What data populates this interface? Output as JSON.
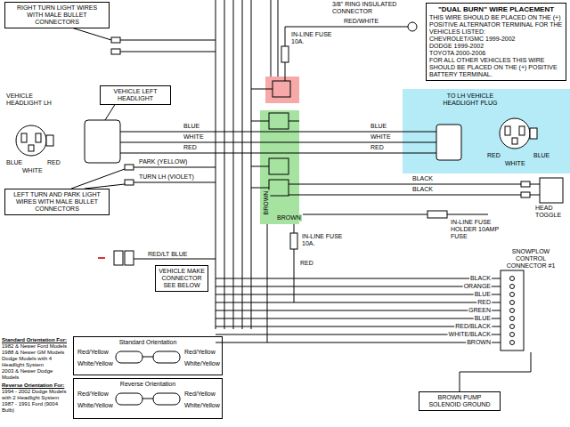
{
  "diagram": {
    "nodes": [
      {
        "text": [
          "RIGHT TURN LIGHT WIRES WITH MALE BULLET CONNECTORS"
        ]
      },
      {
        "text": [
          "\"DUAL BURN\" WIRE PLACEMENT",
          "THIS WIRE SHOULD BE PLACED ON THE (+) POSITIVE ALTERNATOR TERMINAL FOR THE VEHICLES LISTED:",
          "CHEVROLET/GMC 1999-2002",
          "DODGE 1999-2002",
          "TOYOTA 2000-2006",
          "FOR ALL OTHER VEHICLES THIS WIRE SHOULD BE PLACED ON THE (+) POSITIVE BATTERY TERMINAL."
        ]
      },
      {
        "text": [
          "VEHICLE LEFT HEADLIGHT"
        ]
      },
      {
        "text": [
          "TO LH VEHICLE HEADLIGHT PLUG"
        ]
      },
      {
        "text": [
          "LEFT TURN AND PARK LIGHT WIRES WITH MALE BULLET CONNECTORS"
        ]
      },
      {
        "text": [
          "VEHICLE MAKE CONNECTOR SEE BELOW"
        ]
      },
      {
        "text": [
          "SNOWPLOW CONTROL CONNECTOR #1"
        ]
      },
      {
        "text": [
          "Standard Orientation"
        ]
      },
      {
        "text": [
          "Reverse Orientation"
        ]
      },
      {
        "text": [
          "BROWN PUMP SOLENOID GROUND"
        ]
      }
    ],
    "edges": [
      {
        "from": 9,
        "to": 6,
        "arrow": "none"
      }
    ],
    "labels": [
      "3/8\" RING INSULATED CONNECTOR",
      "RED/WHITE",
      "IN-LINE FUSE 10A.",
      "VEHICLE HEADLIGHT LH",
      "BLUE",
      "WHITE",
      "RED",
      "BLUE",
      "WHITE",
      "RED",
      "PARK (YELLOW)",
      "TURN LH (VIOLET)",
      "RED/LT BLUE",
      "BLUE",
      "WHITE",
      "RED",
      "RED",
      "WHITE",
      "BLUE",
      "BLACK",
      "BLACK",
      "HEAD TOGGLE",
      "IN-LINE FUSE HOLDER 10AMP FUSE",
      "IN-LINE FUSE 10A.",
      "BROWN",
      "BROWN",
      "RED",
      "BLACK",
      "ORANGE",
      "BLUE",
      "RED",
      "GREEN",
      "BLUE",
      "RED/BLACK",
      "WHITE/BLACK",
      "BROWN",
      "Standard Orientation For:",
      "1982 & Newer Ford Models",
      "1988 & Newer GM Models",
      "Dodge Models with 4 Headlight System",
      "2003 & Newer Dodge Models",
      "Reverse Orientation For:",
      "1994 - 2002 Dodge Models with 2 Headlight System",
      "1987 - 1991 Ford (9004 Bulb)",
      "Red/Yellow",
      "White/Yellow",
      "Red/Yellow",
      "White/Yellow",
      "Red/Yellow",
      "White/Yellow",
      "Red/Yellow",
      "White/Yellow"
    ]
  }
}
